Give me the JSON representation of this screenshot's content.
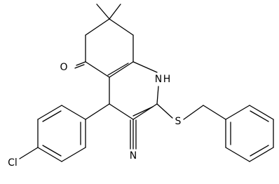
{
  "molecule": {
    "atoms": {
      "oxygen": "O",
      "nitrogen_h": "H",
      "nitrogen": "N",
      "sulfur": "S",
      "chlorine": "Cl",
      "nitrile_n": "N"
    },
    "colors": {
      "bond": "#000000",
      "label": "#000000",
      "background": "#ffffff"
    }
  }
}
